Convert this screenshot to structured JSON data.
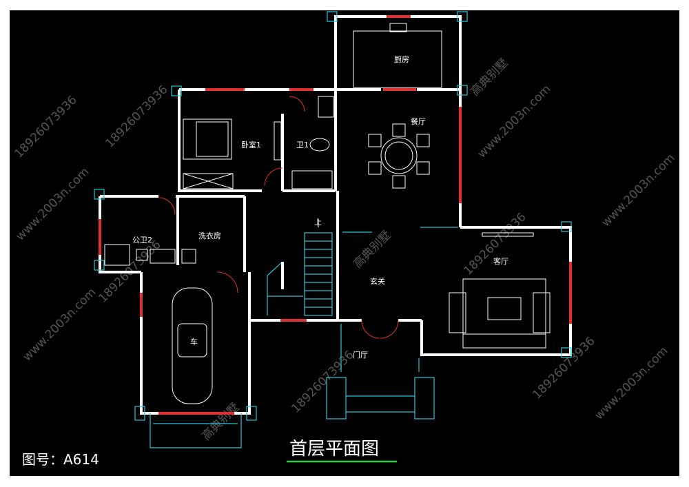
{
  "drawing": {
    "title": "首层平面图",
    "code_label": "图号：A614"
  },
  "rooms": {
    "kitchen": "厨房",
    "dining": "餐厅",
    "bedroom": "卧室1",
    "bath1": "卫1",
    "bath2": "公卫2",
    "laundry": "洗衣房",
    "up": "上",
    "foyer": "玄关",
    "living": "客厅",
    "garage": "车",
    "entry": "门厅"
  },
  "watermarks": {
    "phone": "18926073936",
    "site": "www.2003n.com",
    "brand": "高典别墅"
  },
  "colors": {
    "background": "#000000",
    "wall": "#ffffff",
    "window": "#e03030",
    "furniture": "#27c6d8",
    "title_underline": "#2ecc40"
  }
}
